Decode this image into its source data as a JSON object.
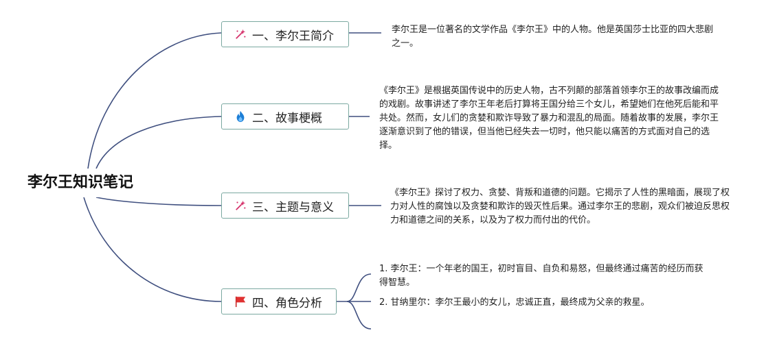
{
  "root": {
    "title": "李尔王知识笔记"
  },
  "topics": [
    {
      "label": "一、李尔王简介",
      "icon": "magic-wand-icon"
    },
    {
      "label": "二、故事梗概",
      "icon": "fire-icon"
    },
    {
      "label": "三、主题与意义",
      "icon": "magic-wand-icon"
    },
    {
      "label": "四、角色分析",
      "icon": "red-flag-icon"
    }
  ],
  "notes": {
    "intro": "李尔王是一位著名的文学作品《李尔王》中的人物。他是英国莎士比亚的四大悲剧之一。",
    "plot": "《李尔王》是根据英国传说中的历史人物，古不列颠的部落首领李尔王的故事改编而成的戏剧。故事讲述了李尔王年老后打算将王国分给三个女儿，希望她们在他死后能和平共处。然而，女儿们的贪婪和欺诈导致了暴力和混乱的局面。随着故事的发展，李尔王逐渐意识到了他的错误，但当他已经失去一切时，他只能以痛苦的方式面对自己的选择。",
    "theme": "《李尔王》探讨了权力、贪婪、背叛和道德的问题。它揭示了人性的黑暗面，展现了权力对人性的腐蚀以及贪婪和欺诈的毁灭性后果。通过李尔王的悲剧，观众们被迫反思权力和道德之间的关系，以及为了权力而付出的代价。",
    "char1": "1. 李尔王：一个年老的国王，初时盲目、自负和易怒，但最终通过痛苦的经历而获得智慧。",
    "char2": "2. 甘纳里尔：李尔王最小的女儿，忠诚正直，最终成为父亲的救星。"
  },
  "colors": {
    "line": "#3f4f7f",
    "border": "#7aa8a0",
    "wand": "#d6336c",
    "fire": "#1c7ed6",
    "flag": "#e03131"
  }
}
